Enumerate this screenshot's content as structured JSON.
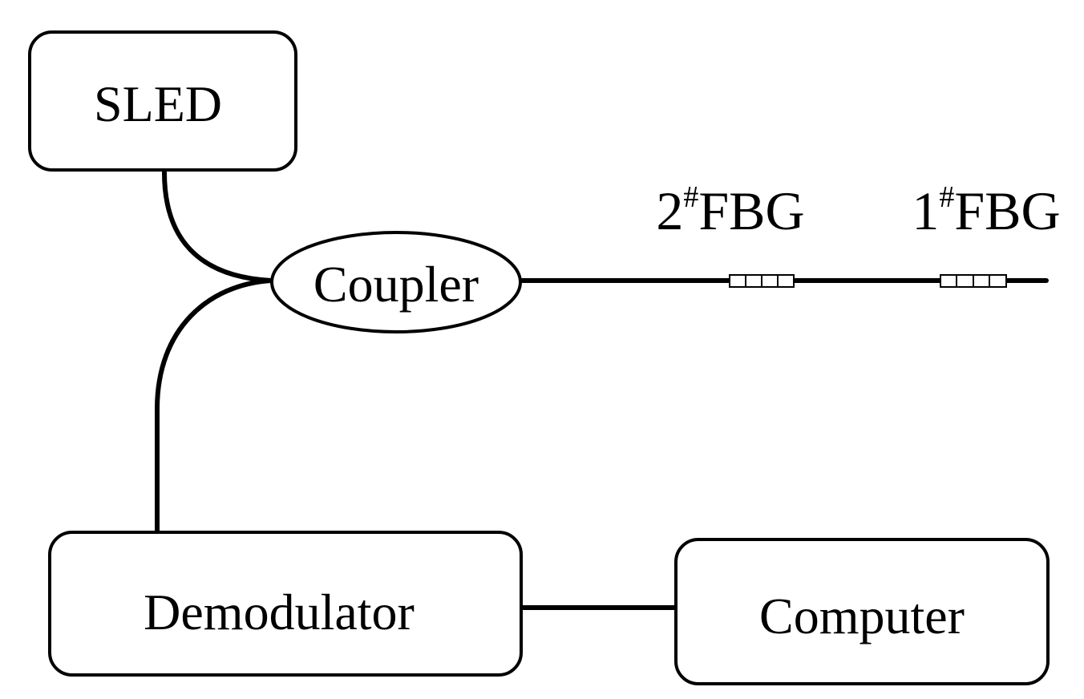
{
  "diagram": {
    "nodes": {
      "sled": "SLED",
      "coupler": "Coupler",
      "demodulator": "Demodulator",
      "computer": "Computer"
    },
    "gratings": [
      {
        "number": "2",
        "mark": "#",
        "name": "FBG"
      },
      {
        "number": "1",
        "mark": "#",
        "name": "FBG"
      }
    ]
  }
}
